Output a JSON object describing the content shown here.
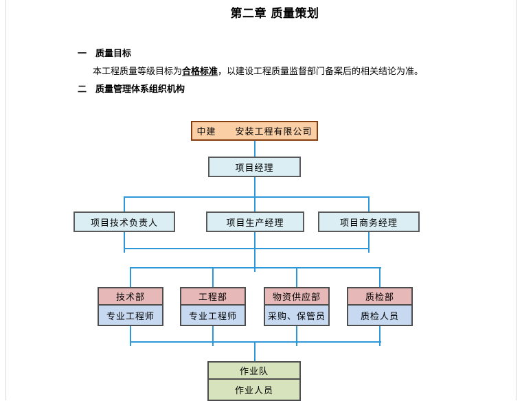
{
  "page": {
    "title": "第二章 质量策划",
    "section1": {
      "heading": "一　质量目标",
      "paragraph": {
        "pre": "本工程质量等级目标为",
        "emphasis": "合格标准",
        "post": "，以建设工程质量监督部门备案后的相关结论为准。"
      }
    },
    "section2": {
      "heading": "二　质量管理体系组织机构"
    }
  },
  "org_chart": {
    "root": "中建　　安装工程有限公司",
    "level2": "项目经理",
    "level3": [
      "项目技术负责人",
      "项目生产经理",
      "项目商务经理"
    ],
    "departments": [
      {
        "name": "技术部",
        "staff": "专业工程师"
      },
      {
        "name": "工程部",
        "staff": "专业工程师"
      },
      {
        "name": "物资供应部",
        "staff": "采购、保管员"
      },
      {
        "name": "质检部",
        "staff": "质检人员"
      }
    ],
    "bottom": {
      "name": "作业队",
      "staff": "作业人员"
    }
  },
  "colors": {
    "connector_blue": "#2E97D8",
    "company_fill": "#FBCFA6",
    "company_border": "#843C0C",
    "manager_fill": "#DAEEF3",
    "dept_header_fill": "#E6B9B8",
    "dept_body_fill": "#C6D9F1",
    "team_fill": "#D6E3BC",
    "box_border": "#595959",
    "text": "#000000"
  }
}
